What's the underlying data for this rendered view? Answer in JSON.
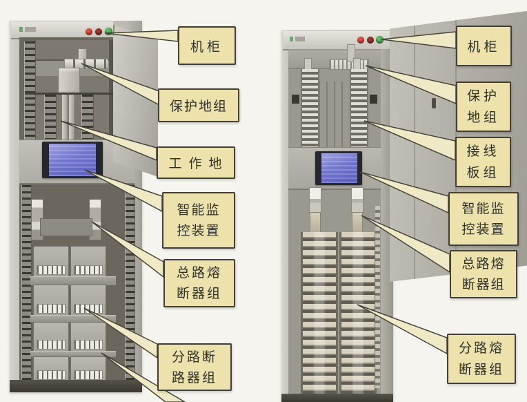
{
  "figure": {
    "left_cabinet": {
      "labels": [
        {
          "id": "cabinet",
          "text": "机柜"
        },
        {
          "id": "protective-ground-group",
          "text": "保护地组"
        },
        {
          "id": "working-ground",
          "text": "工 作 地"
        },
        {
          "id": "smart-monitoring-device",
          "text": "智能监\n控装置"
        },
        {
          "id": "main-fuse-group",
          "text": "总路熔\n断器组"
        },
        {
          "id": "branch-breaker-group",
          "text": "分路断\n路器组"
        }
      ]
    },
    "right_cabinet": {
      "labels": [
        {
          "id": "cabinet",
          "text": "机柜"
        },
        {
          "id": "protective-ground-group",
          "text": "保护\n地组"
        },
        {
          "id": "terminal-board-group",
          "text": "接线\n板组"
        },
        {
          "id": "smart-monitoring-device",
          "text": "智能监\n控装置"
        },
        {
          "id": "main-fuse-group",
          "text": "总路熔\n断器组"
        },
        {
          "id": "branch-fuse-group",
          "text": "分路熔\n断器组"
        }
      ]
    }
  },
  "colors": {
    "page_background": "#f6f4ee",
    "label_fill": "#ede2ab",
    "label_border": "#403f39",
    "leader_fill": "#efe9c6",
    "leader_stroke": "#45443c",
    "cabinet_body": "#c3c1b8",
    "cabinet_interior_left": "#6b675d",
    "cabinet_interior_right": "#9b988f",
    "monitor_screen_blue": "#7276cd",
    "led_red": "#b32c22",
    "led_green": "#2f8a3a"
  }
}
